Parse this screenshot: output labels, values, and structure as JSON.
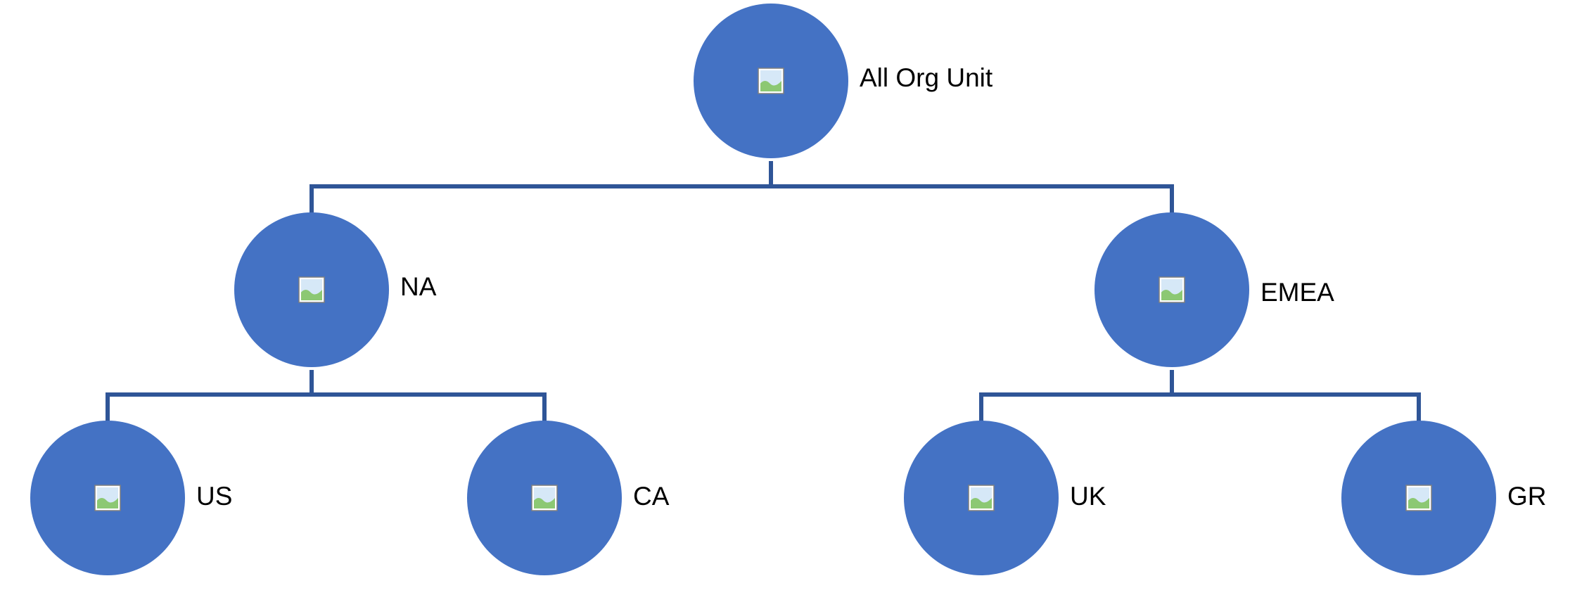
{
  "nodes": [
    {
      "id": "root",
      "label": "All Org Unit",
      "icon": "image-placeholder-icon"
    },
    {
      "id": "na",
      "label": "NA",
      "icon": "image-placeholder-icon"
    },
    {
      "id": "emea",
      "label": "EMEA",
      "icon": "image-placeholder-icon"
    },
    {
      "id": "us",
      "label": "US",
      "icon": "image-placeholder-icon"
    },
    {
      "id": "ca",
      "label": "CA",
      "icon": "image-placeholder-icon"
    },
    {
      "id": "uk",
      "label": "UK",
      "icon": "image-placeholder-icon"
    },
    {
      "id": "gr",
      "label": "GR",
      "icon": "image-placeholder-icon"
    }
  ],
  "edges": [
    [
      "root",
      "na"
    ],
    [
      "root",
      "emea"
    ],
    [
      "na",
      "us"
    ],
    [
      "na",
      "ca"
    ],
    [
      "emea",
      "uk"
    ],
    [
      "emea",
      "gr"
    ]
  ],
  "colors": {
    "node_fill": "#4472C4",
    "connector": "#2F5597",
    "label_text": "#000000",
    "icon_sky": "#D6E8F7",
    "icon_hill": "#8CC873"
  }
}
